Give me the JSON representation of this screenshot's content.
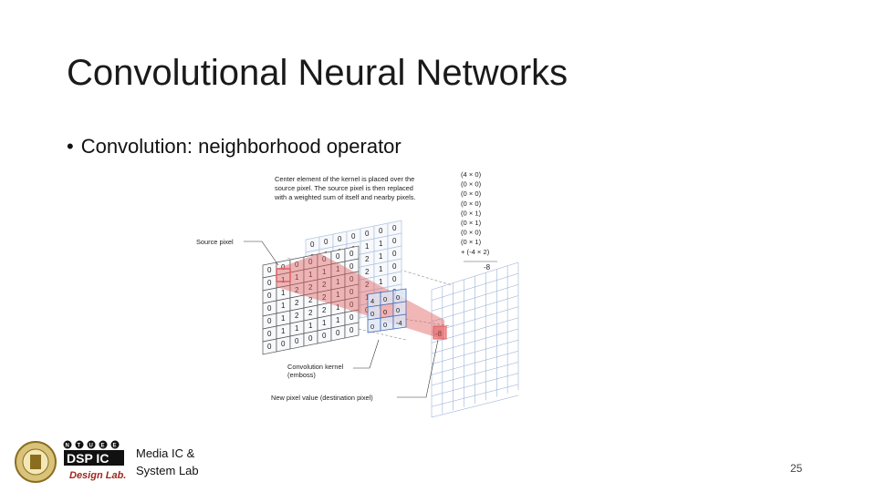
{
  "slide": {
    "title": "Convolutional Neural Networks",
    "bullet": "Convolution: neighborhood operator",
    "bullet_symbol": "•",
    "page_number": "25"
  },
  "footer": {
    "lab_line1": "Media IC &",
    "lab_line2": "System Lab",
    "logo_text_top": "DSP IC",
    "logo_text_bottom": "Design Lab.",
    "logo_letters": [
      "N",
      "T",
      "U",
      "E",
      "E"
    ]
  },
  "figure": {
    "annotation_top": [
      "Center element of the kernel is placed over the",
      "source pixel. The source pixel is then replaced",
      "with a weighted sum of itself and nearby pixels."
    ],
    "label_source": "Source pixel",
    "label_kernel": [
      "Convolution kernel",
      "(emboss)"
    ],
    "label_new_pixel": "New pixel value (destination pixel)",
    "sum_terms": [
      "(4 × 0)",
      "(0 × 0)",
      "(0 × 0)",
      "(0 × 0)",
      "(0 × 1)",
      "(0 × 1)",
      "(0 × 0)",
      "(0 × 1)",
      "+ (-4 × 2)"
    ],
    "sum_result": "-8",
    "destination_value": "-8",
    "kernel": [
      [
        "4",
        "0",
        "0"
      ],
      [
        "0",
        "0",
        "0"
      ],
      [
        "0",
        "0",
        "-4"
      ]
    ],
    "source_grid": [
      [
        "0",
        "0",
        "0",
        "0",
        "0",
        "0",
        "0"
      ],
      [
        "0",
        "1",
        "1",
        "1",
        "1",
        "1",
        "0"
      ],
      [
        "0",
        "1",
        "2",
        "2",
        "2",
        "1",
        "0"
      ],
      [
        "0",
        "1",
        "2",
        "2",
        "2",
        "1",
        "0"
      ],
      [
        "0",
        "1",
        "2",
        "2",
        "2",
        "1",
        "0"
      ],
      [
        "0",
        "1",
        "1",
        "1",
        "1",
        "1",
        "0"
      ],
      [
        "0",
        "0",
        "0",
        "0",
        "0",
        "0",
        "0"
      ]
    ],
    "colors": {
      "source": "#7799cc",
      "kernel": "#4a6fb5",
      "highlight": "#e06060",
      "grid": "#8aa6cc"
    }
  }
}
